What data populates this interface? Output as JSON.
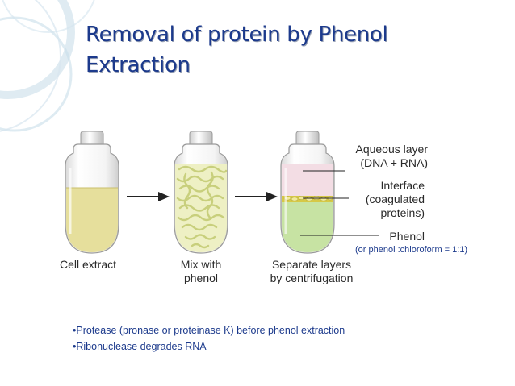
{
  "title": {
    "line1": "Removal of protein by Phenol",
    "line2": "Extraction"
  },
  "diagram": {
    "tube1_label": "Cell extract",
    "tube2_label_line1": "Mix with",
    "tube2_label_line2": "phenol",
    "tube3_label_line1": "Separate layers",
    "tube3_label_line2": "by centrifugation",
    "aqueous_line1": "Aqueous layer",
    "aqueous_line2": "(DNA + RNA)",
    "interface_line1": "Interface",
    "interface_line2": "(coagulated",
    "interface_line3": "proteins)",
    "phenol_label": "Phenol"
  },
  "note": "(or phenol :chloroform = 1:1)",
  "bullets": [
    "•Protease (pronase or proteinase K) before phenol extraction",
    "•Ribonuclease degrades RNA"
  ],
  "colors": {
    "title": "#1c3a8c",
    "cell_extract": "#e6df9c",
    "aqueous": "#f3dde4",
    "phenol": "#c7e3a3",
    "interface": "#d6c846"
  }
}
